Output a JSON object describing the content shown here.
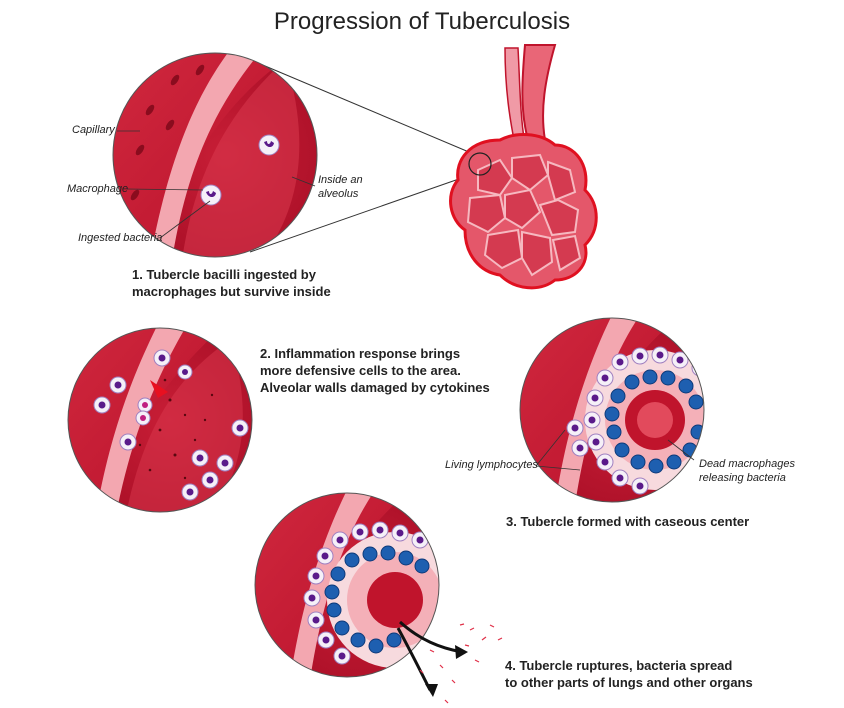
{
  "title": "Progression of Tuberculosis",
  "colors": {
    "tissue_dark": "#b8102a",
    "tissue_mid": "#d83a4e",
    "tissue_light": "#ef8a96",
    "wall_pink": "#f4b0b8",
    "lymphocyte": "#6a2a8e",
    "dead_macrophage": "#1e5fb0",
    "outline": "#e01020"
  },
  "stage1": {
    "labels": {
      "capillary": "Capillary",
      "macrophage": "Macrophage",
      "ingested_bacteria": "Ingested bacteria",
      "inside_line1": "Inside an",
      "inside_line2": "alveolus"
    },
    "caption": [
      "1. Tubercle bacilli ingested by",
      "macrophages but survive inside"
    ]
  },
  "stage2": {
    "caption": [
      "2. Inflammation response brings",
      "more defensive cells to the area.",
      "Alveolar walls damaged by cytokines"
    ]
  },
  "stage3": {
    "labels": {
      "living_lymphocytes": "Living lymphocytes",
      "dead_line1": "Dead macrophages",
      "dead_line2": "releasing bacteria"
    },
    "caption": [
      "3. Tubercle formed with caseous center"
    ]
  },
  "stage4": {
    "caption": [
      "4. Tubercle ruptures, bacteria spread",
      "to other parts of lungs and other organs"
    ]
  }
}
